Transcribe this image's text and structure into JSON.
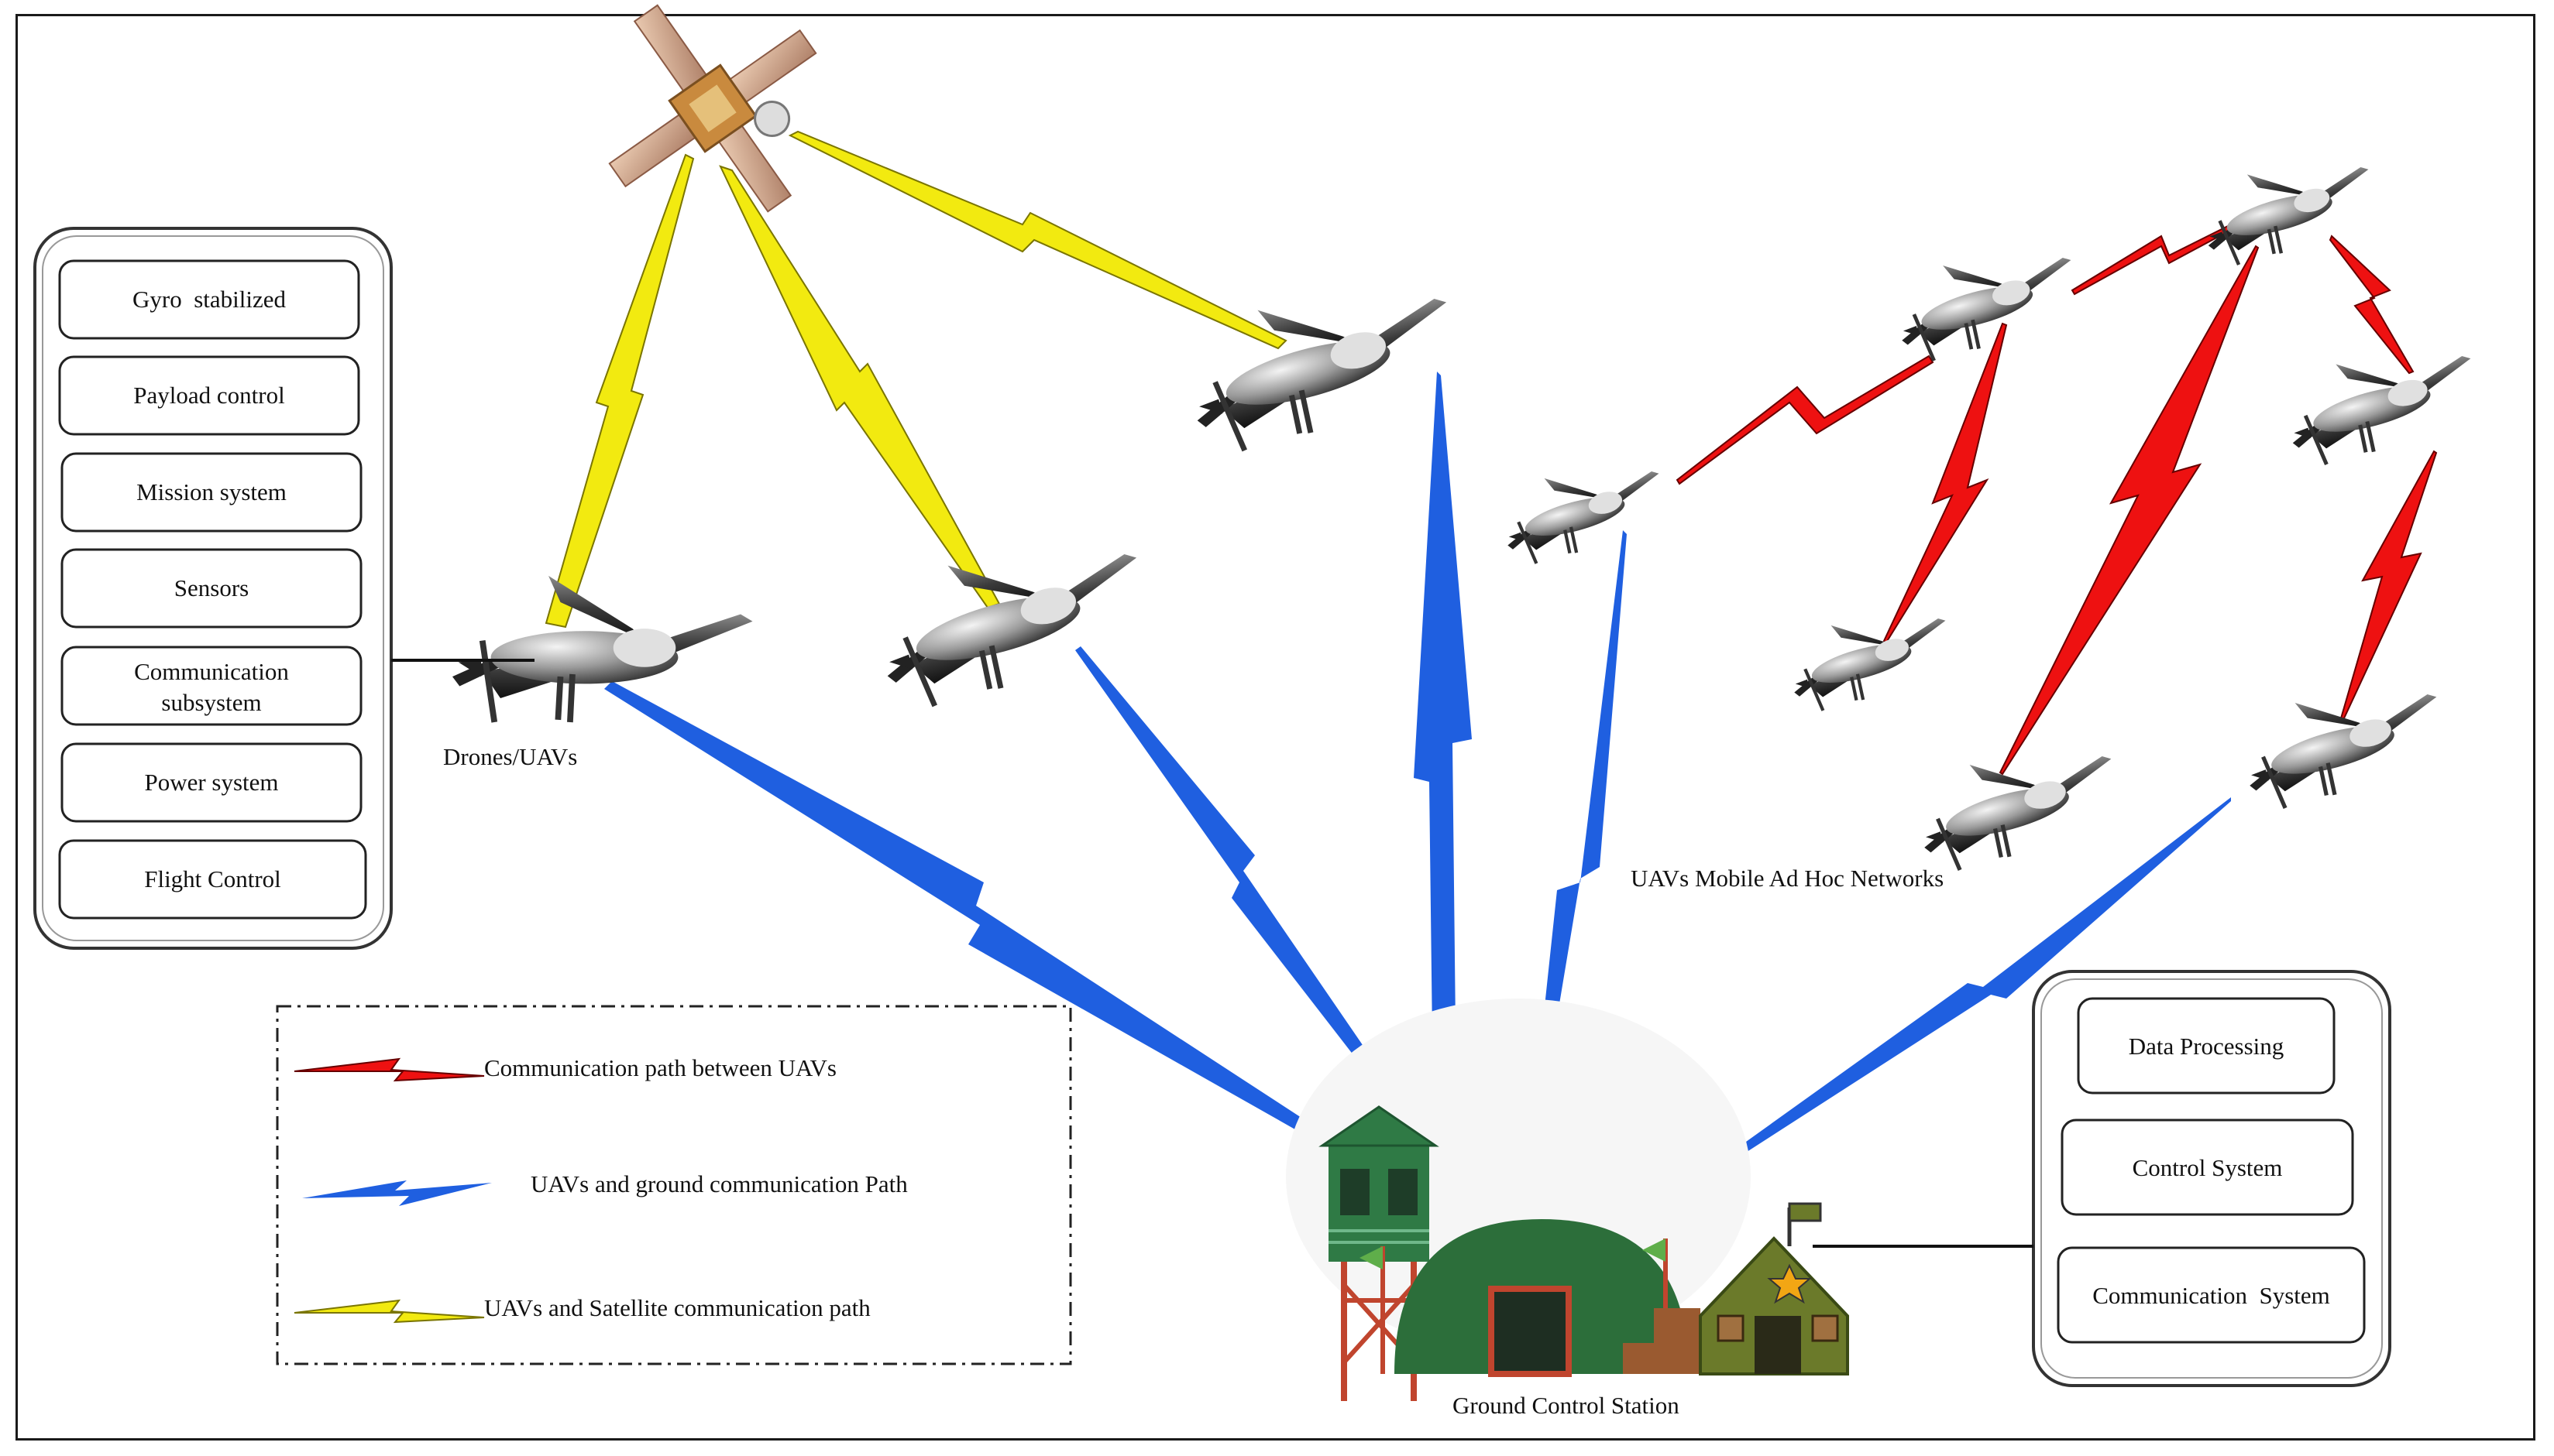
{
  "left_panel": {
    "items": [
      "Gyro  stabilized",
      "Payload control",
      "Mission system",
      "Sensors",
      "Communication subsystem",
      "Power system",
      "Flight Control"
    ]
  },
  "right_panel": {
    "items": [
      "Data Processing",
      "Control System",
      "Communication  System"
    ]
  },
  "labels": {
    "drones": "Drones/UAVs",
    "manet": "UAVs Mobile Ad Hoc Networks",
    "gcs": "Ground Control Station"
  },
  "legend": {
    "items": [
      {
        "text": "Communication  path between UAVs",
        "color": "#ee1111"
      },
      {
        "text": "UAVs and ground communication  Path",
        "color": "#1f5fe0"
      },
      {
        "text": "UAVs and Satellite communication path",
        "color": "#f2ea10"
      }
    ]
  },
  "colors": {
    "red_link": "#ee1111",
    "blue_link": "#1f5fe0",
    "yellow_link": "#f2ea10",
    "tent": "#2c6e3a",
    "tower": "#2f7a45",
    "hut": "#6b7a2a"
  }
}
